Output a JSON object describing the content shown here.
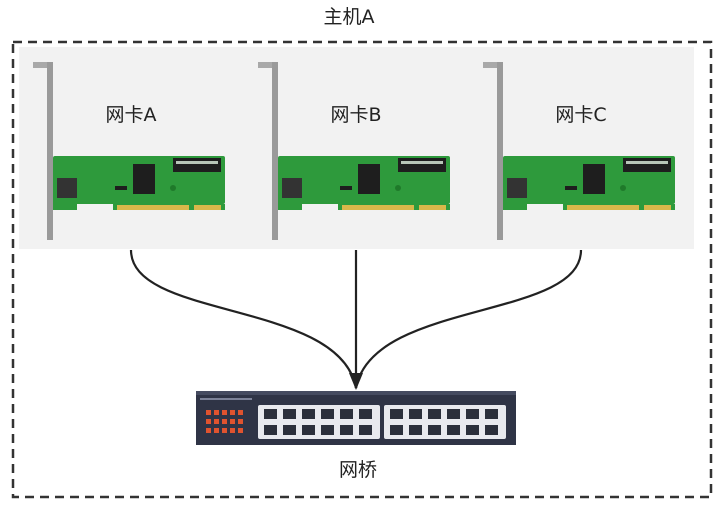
{
  "host": {
    "label": "主机A"
  },
  "nics": [
    {
      "label": "网卡A"
    },
    {
      "label": "网卡B"
    },
    {
      "label": "网卡C"
    }
  ],
  "bridge": {
    "label": "网桥"
  },
  "colors": {
    "border": "#333333",
    "panel": "#f2f2f2",
    "pcb": "#2e9a3c",
    "pcb_dark": "#1f7a2a",
    "chip": "#1e1e1e",
    "gold": "#d9b84a",
    "bracket": "#9a9a9a",
    "wire": "#222222",
    "switch_body": "#2f3446",
    "switch_led": "#e0532f",
    "port": "#2b2f3b"
  }
}
